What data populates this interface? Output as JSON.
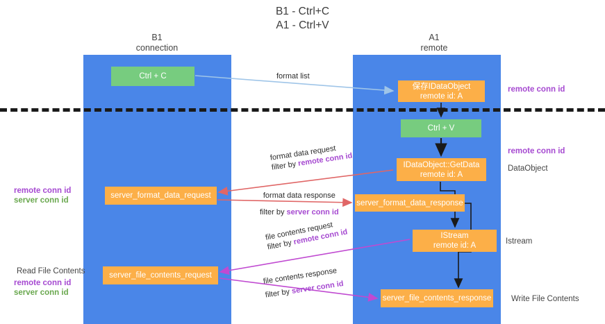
{
  "title": {
    "line1": "B1 - Ctrl+C",
    "line2": "A1 - Ctrl+V"
  },
  "lanes": [
    {
      "id": "b1",
      "name": "B1",
      "subtitle": "connection",
      "color": "#4a86e8"
    },
    {
      "id": "a1",
      "name": "A1",
      "subtitle": "remote",
      "color": "#4a86e8"
    }
  ],
  "boxes": {
    "ctrl_c": {
      "label": "Ctrl + C",
      "color": "#77cc7f"
    },
    "idataobject": {
      "line1": "保存IDataObject",
      "line2": "remote id: A",
      "color": "#fcaf48"
    },
    "ctrl_v": {
      "label": "Ctrl + V",
      "color": "#77cc7f"
    },
    "getdata": {
      "line1": "IDataObject::GetData",
      "line2": "remote id: A",
      "color": "#fcaf48"
    },
    "server_format_data_request": {
      "label": "server_format_data_request",
      "color": "#fcaf48"
    },
    "server_format_data_response": {
      "label": "server_format_data_response",
      "color": "#fcaf48"
    },
    "istream": {
      "line1": "IStream",
      "line2": "remote id: A",
      "color": "#fcaf48"
    },
    "server_file_contents_request": {
      "label": "server_file_contents_request",
      "color": "#fcaf48"
    },
    "server_file_contents_response": {
      "label": "server_file_contents_response",
      "color": "#fcaf48"
    }
  },
  "side_labels": {
    "right_remote_conn_id_top": "remote conn id",
    "right_remote_conn_id_mid": "remote conn id",
    "dataobject": "DataObject",
    "istream": "Istream",
    "write_file_contents": "Write File Contents",
    "read_file_contents": "Read File Contents",
    "left_remote_conn_id_1": "remote conn id",
    "left_server_conn_id_1": "server conn id",
    "left_remote_conn_id_2": "remote conn id",
    "left_server_conn_id_2": "server conn id"
  },
  "arrow_labels": {
    "format_list": "format list",
    "format_data_request": "format data request",
    "format_data_request_filter_prefix": "filter by ",
    "format_data_request_filter_key": "remote conn id",
    "format_data_response": "format data response",
    "format_data_response_filter_prefix": "filter by ",
    "format_data_response_filter_key": "server conn id",
    "file_contents_request": "file contents request",
    "file_contents_request_filter_prefix": "filter by ",
    "file_contents_request_filter_key": "remote conn id",
    "file_contents_response": "file contents response",
    "file_contents_response_filter_prefix": "filter by ",
    "file_contents_response_filter_key": "server conn id"
  },
  "colors": {
    "lane_blue": "#4a86e8",
    "box_orange": "#fcaf48",
    "box_green": "#77cc7f",
    "accent_purple": "#a64ad1",
    "accent_green": "#6aa84f",
    "arrow_light_blue": "#9fc5e8",
    "arrow_red": "#e06666",
    "arrow_magenta": "#c04ad1",
    "arrow_black": "#1a1a1a",
    "divider_black": "#1a1a1a"
  }
}
